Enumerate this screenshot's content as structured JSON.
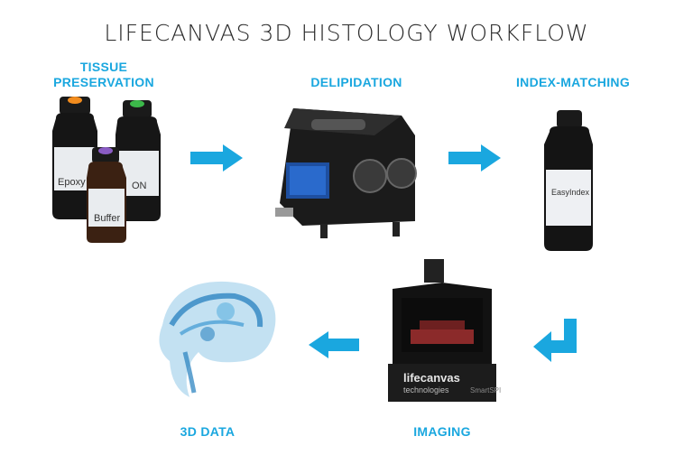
{
  "title": "LIFECANVAS 3D HISTOLOGY WORKFLOW",
  "colors": {
    "accent": "#1aa7df",
    "bottle": "#141414"
  },
  "steps": {
    "tissue_preservation": {
      "label_line1": "TISSUE",
      "label_line2": "PRESERVATION",
      "bottle_labels": {
        "left": "Epoxy",
        "right": "ON",
        "front": "Buffer"
      }
    },
    "delipidation": {
      "label": "DELIPIDATION"
    },
    "index_matching": {
      "label": "INDEX-MATCHING",
      "bottle_label": "EasyIndex"
    },
    "imaging": {
      "label": "IMAGING",
      "brand_line1": "lifecanvas",
      "brand_line2": "technologies",
      "model": "SmartSPIM"
    },
    "data_3d": {
      "label": "3D DATA"
    }
  }
}
